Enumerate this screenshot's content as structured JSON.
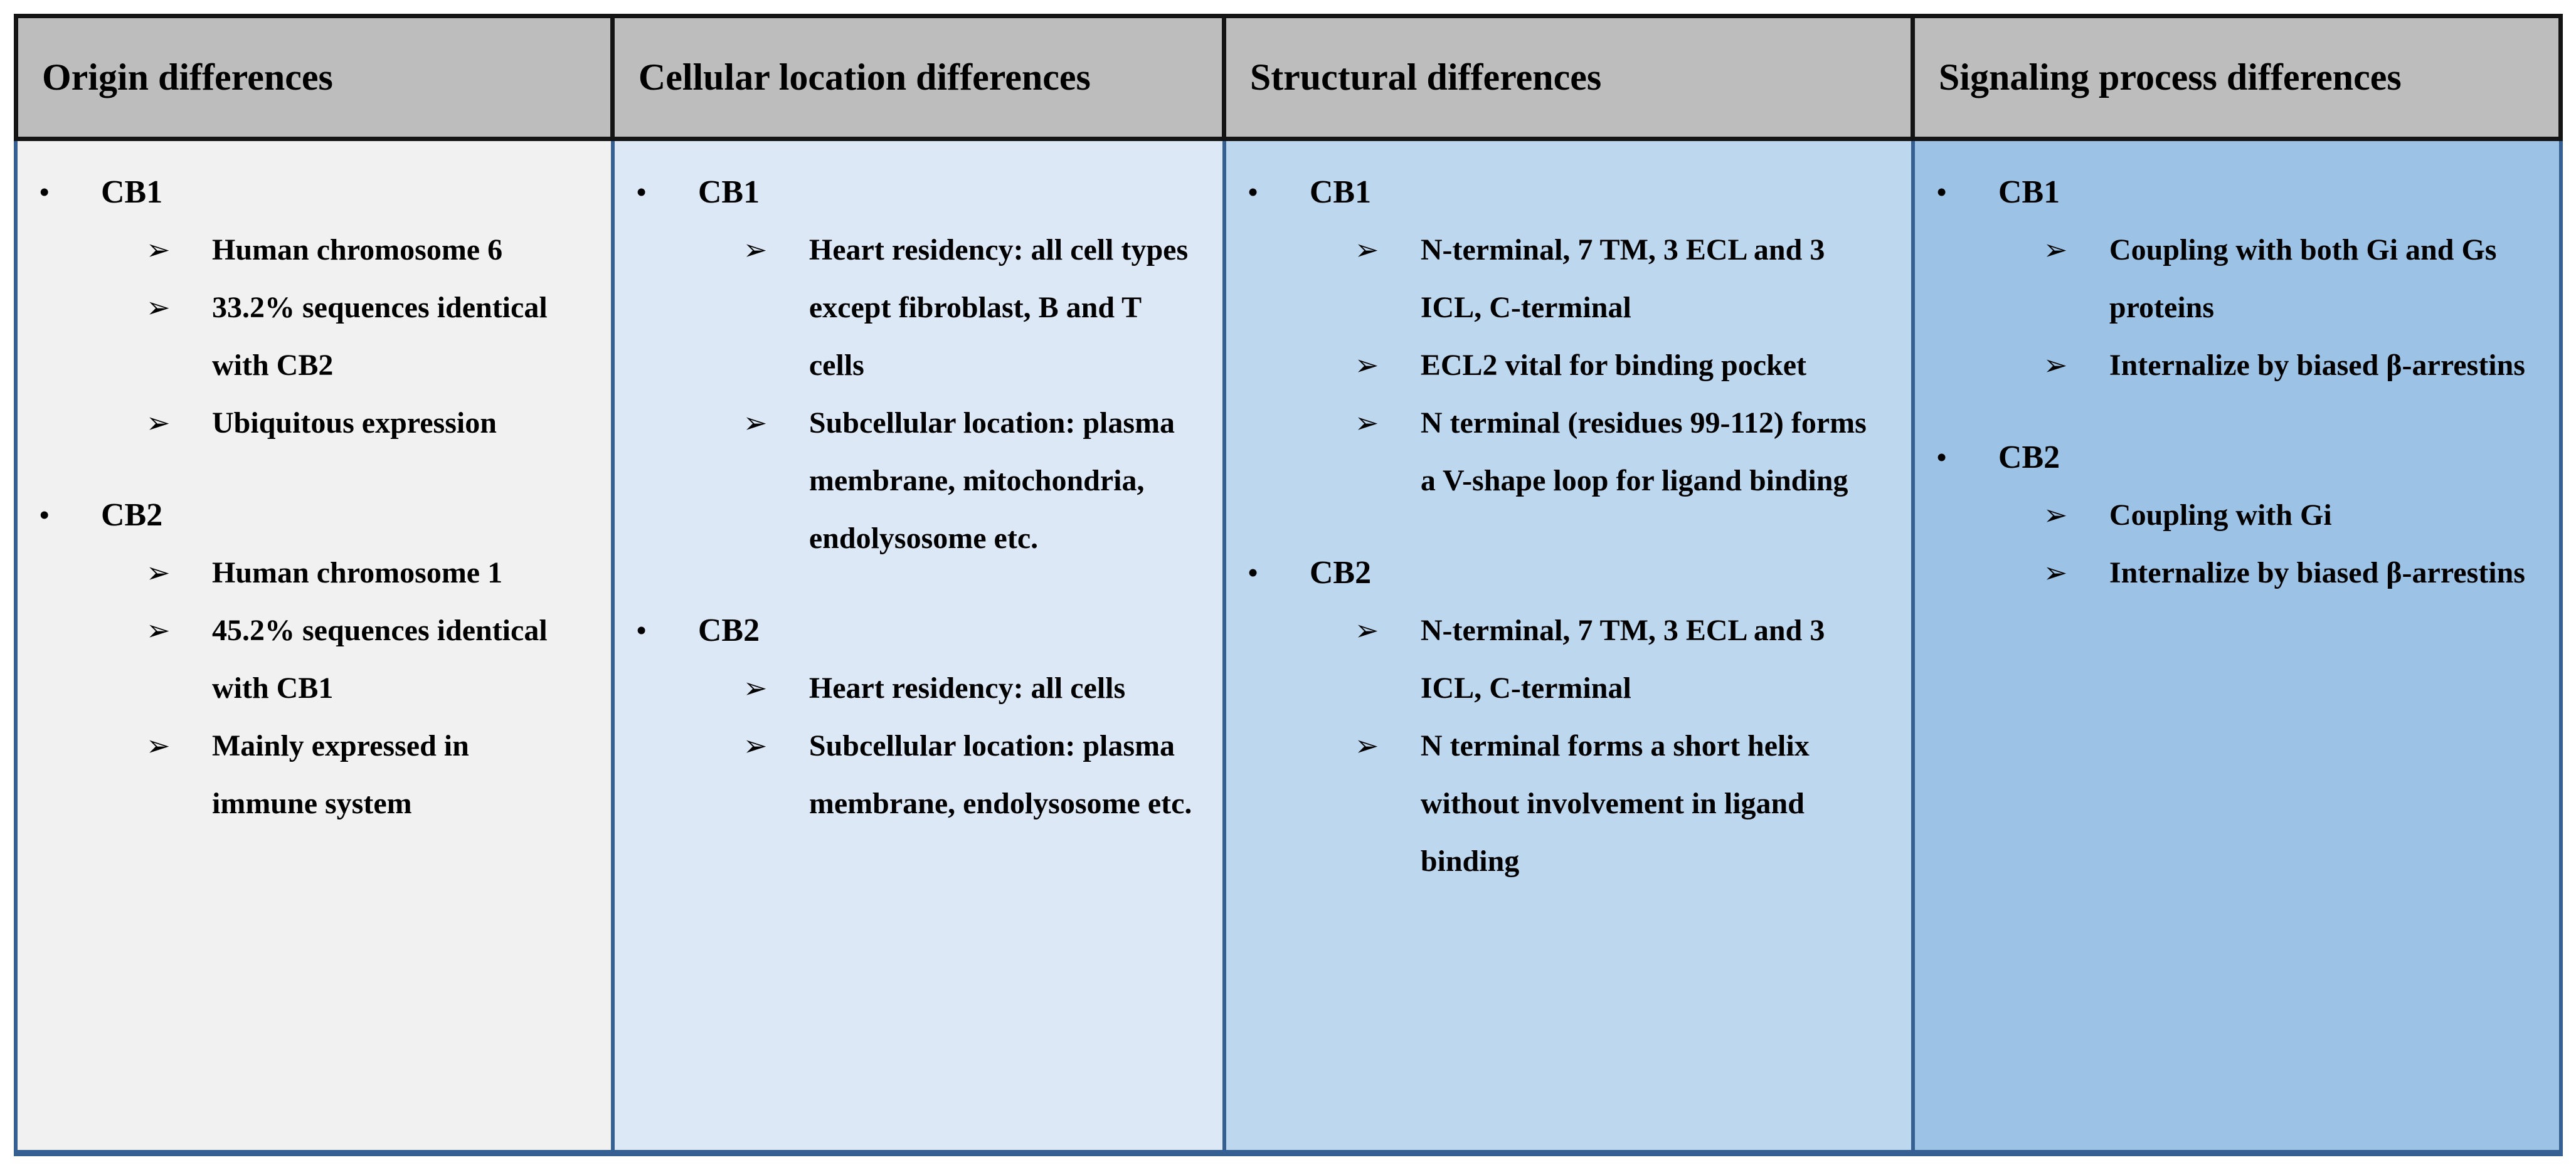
{
  "table": {
    "bullet_char": "•",
    "sub_bullet_char": "➢",
    "colors": {
      "header_bg": "#bdbdbd",
      "header_border": "#141414",
      "body_border": "#376092",
      "column_bgs": [
        "#f1f1f2",
        "#dce8f6",
        "#bdd7ee",
        "#9cc3e5"
      ]
    },
    "columns": [
      {
        "header": "Origin differences",
        "sections": [
          {
            "title": "CB1",
            "items": [
              "Human chromosome 6",
              "33.2% sequences identical with CB2",
              "Ubiquitous expression"
            ]
          },
          {
            "title": "CB2",
            "items": [
              "Human chromosome 1",
              "45.2% sequences identical with CB1",
              "Mainly expressed in immune system"
            ]
          }
        ]
      },
      {
        "header": "Cellular location differences",
        "sections": [
          {
            "title": "CB1",
            "items": [
              "Heart residency: all cell types except fibroblast, B and T cells",
              "Subcellular location: plasma membrane, mitochondria, endolysosome etc."
            ]
          },
          {
            "title": "CB2",
            "items": [
              "Heart residency: all cells",
              "Subcellular location: plasma membrane, endolysosome etc."
            ]
          }
        ]
      },
      {
        "header": "Structural differences",
        "sections": [
          {
            "title": "CB1",
            "items": [
              "N-terminal, 7 TM, 3 ECL and 3 ICL, C-terminal",
              "ECL2 vital for binding pocket",
              "N terminal (residues 99-112) forms a V-shape loop for ligand binding"
            ]
          },
          {
            "title": "CB2",
            "items": [
              "N-terminal, 7 TM, 3 ECL and 3 ICL, C-terminal",
              "N terminal forms a short helix without involvement in ligand binding"
            ]
          }
        ]
      },
      {
        "header": "Signaling process differences",
        "sections": [
          {
            "title": "CB1",
            "items": [
              "Coupling with both Gi and Gs proteins",
              "Internalize by biased β-arrestins"
            ]
          },
          {
            "title": "CB2",
            "items": [
              "Coupling with Gi",
              "Internalize by biased β-arrestins"
            ]
          }
        ]
      }
    ]
  }
}
